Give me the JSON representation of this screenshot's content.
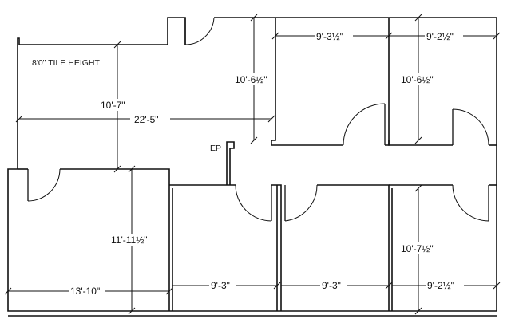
{
  "plan": {
    "tile_note": "8'0\" TILE HEIGHT",
    "electrical_panel": "EP",
    "dimensions": {
      "main_width": "22'-5\"",
      "main_height": "10'-7\"",
      "top_mid_height": "10'-6½\"",
      "room_a_width": "9'-3½\"",
      "room_b_width": "9'-2½\"",
      "room_b_height": "10'-6½\"",
      "corner_room_height": "11'-11½\"",
      "corner_room_width": "13'-10\"",
      "bottom_room_1_width": "9'-3\"",
      "bottom_room_2_width": "9'-3\"",
      "bottom_room_3_height": "10'-7½\"",
      "bottom_room_3_width": "9'-2½\""
    }
  }
}
